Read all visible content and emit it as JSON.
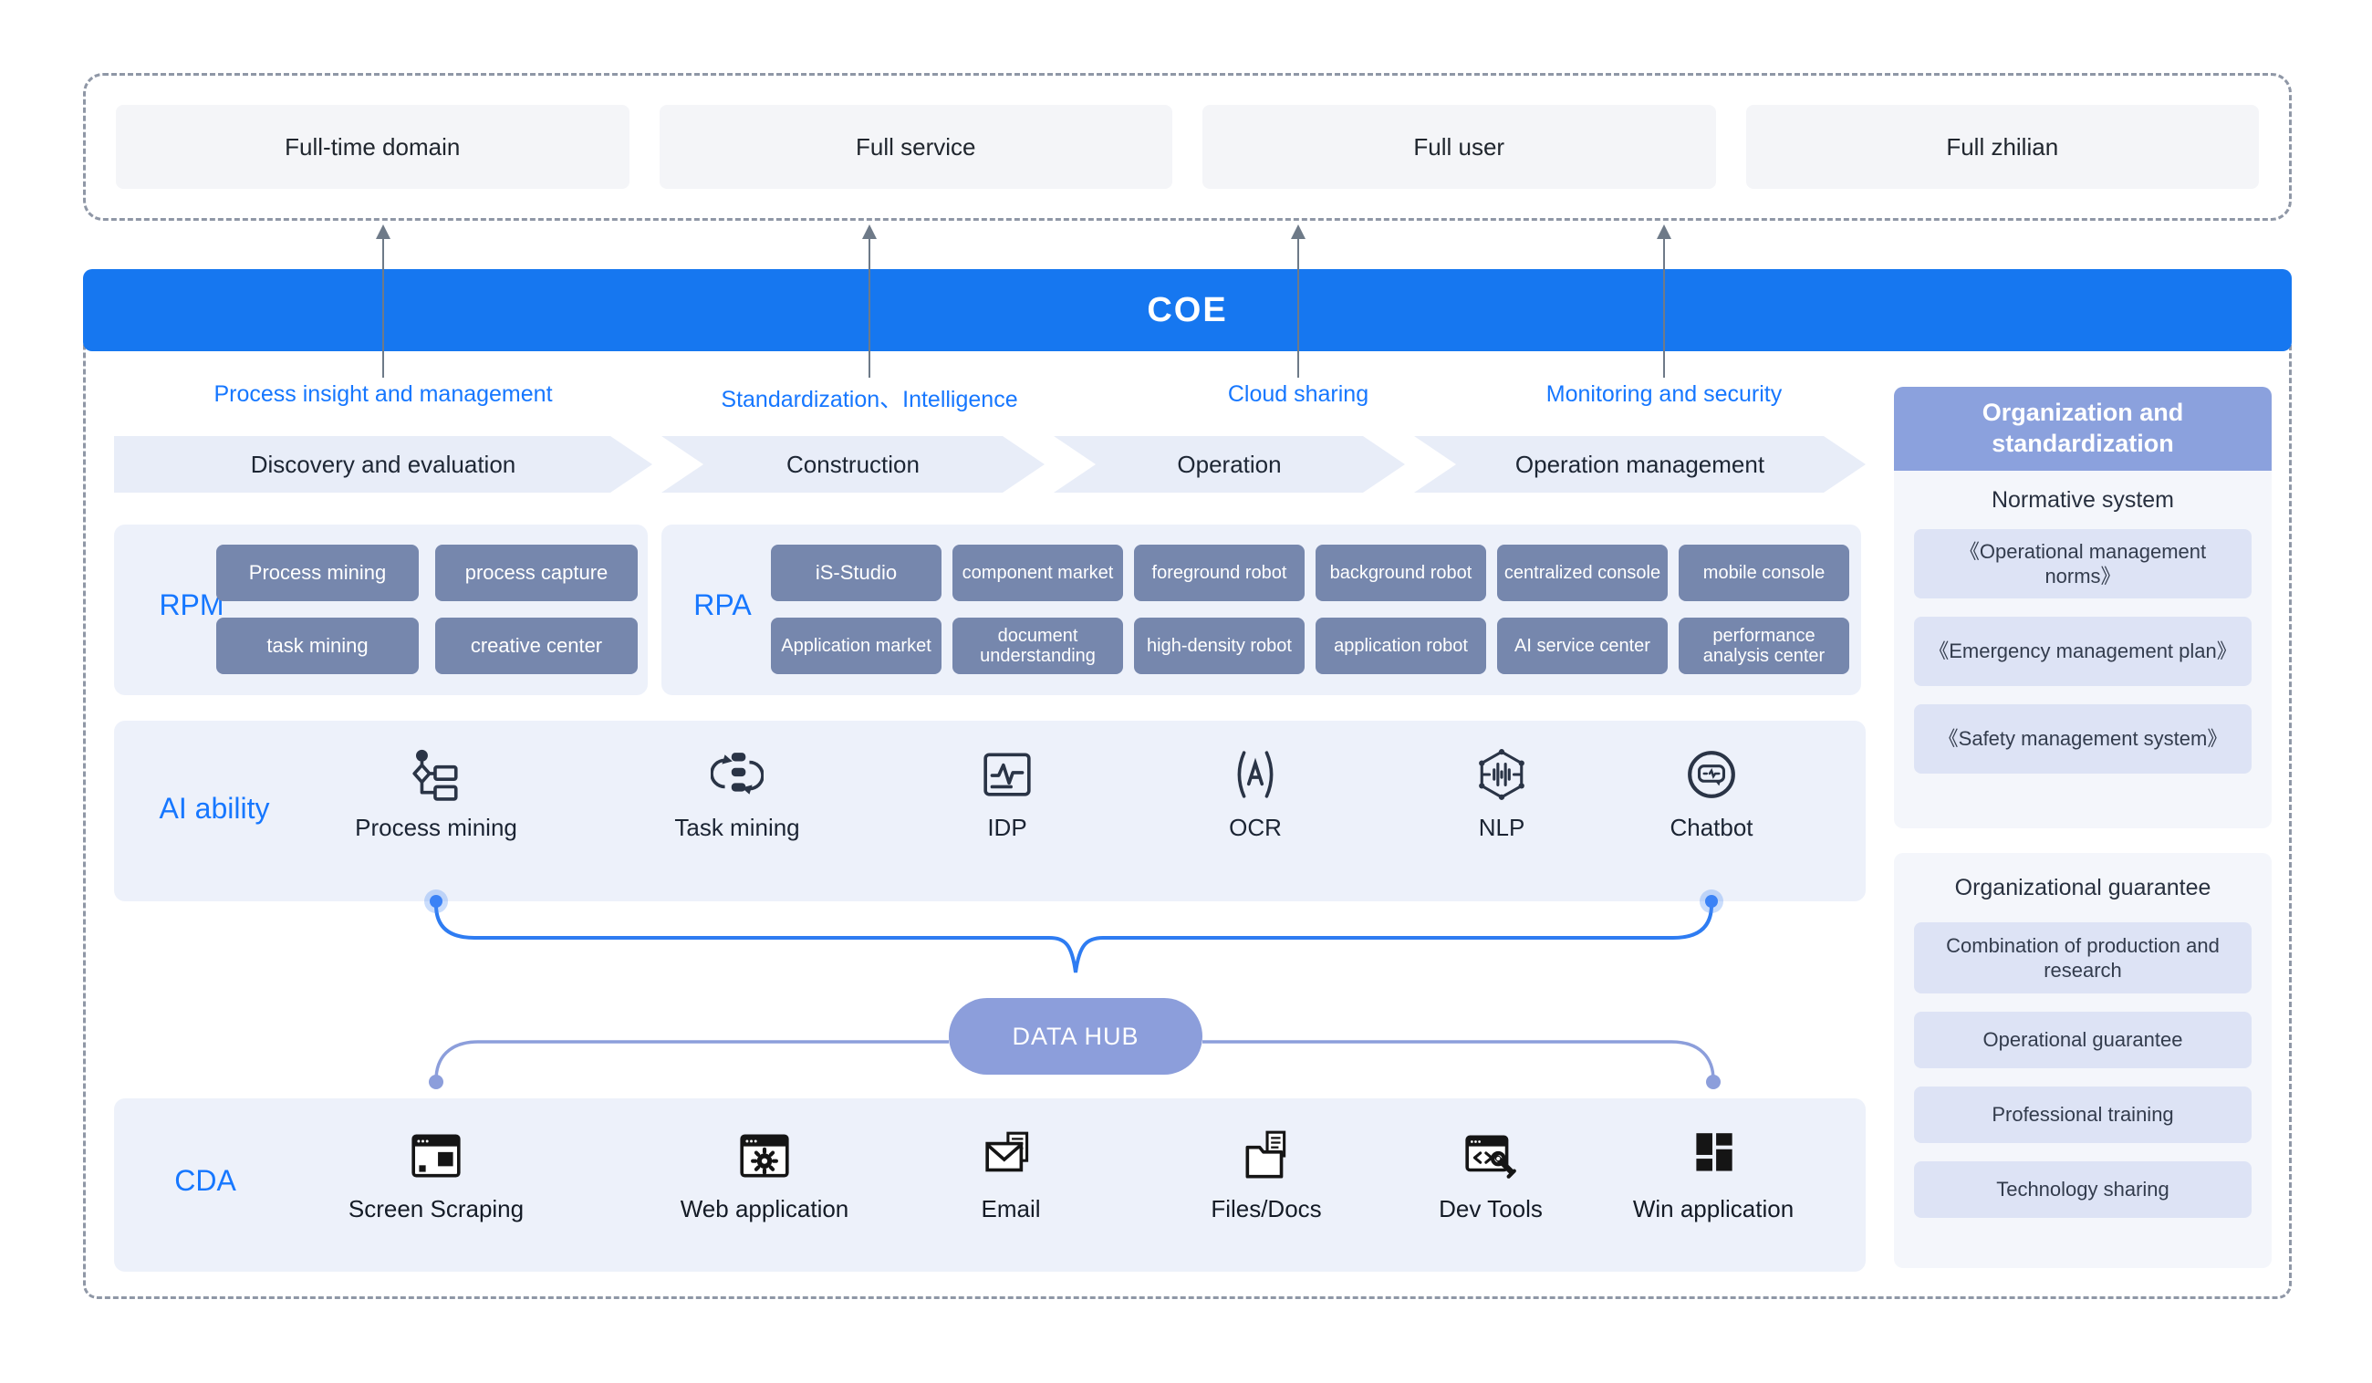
{
  "top_row": {
    "items": [
      "Full-time domain",
      "Full service",
      "Full user",
      "Full zhilian"
    ]
  },
  "coe": {
    "title": "COE",
    "capabilities": [
      "Process insight and management",
      "Standardization、Intelligence",
      "Cloud sharing",
      "Monitoring and security"
    ]
  },
  "lifecycle": {
    "stages": [
      "Discovery and evaluation",
      "Construction",
      "Operation",
      "Operation management"
    ]
  },
  "rpm": {
    "label": "RPM",
    "chips": [
      "Process mining",
      "process capture",
      "task mining",
      "creative center"
    ]
  },
  "rpa": {
    "label": "RPA",
    "rows": [
      [
        "iS-Studio",
        "component market",
        "foreground robot",
        "background robot",
        "centralized console",
        "mobile console"
      ],
      [
        "Application market",
        "document understanding",
        "high-density robot",
        "application robot",
        "AI service center",
        "performance analysis center"
      ]
    ]
  },
  "ai": {
    "label": "AI ability",
    "items": [
      "Process mining",
      "Task mining",
      "IDP",
      "OCR",
      "NLP",
      "Chatbot"
    ]
  },
  "datahub": {
    "label": "DATA HUB"
  },
  "cda": {
    "label": "CDA",
    "items": [
      "Screen Scraping",
      "Web application",
      "Email",
      "Files/Docs",
      "Dev Tools",
      "Win application"
    ]
  },
  "sidebar": {
    "top": {
      "header": "Organization and standardization",
      "heading": "Normative system",
      "chips": [
        "《Operational management norms》",
        "《Emergency management plan》",
        "《Safety management system》"
      ]
    },
    "bottom": {
      "heading": "Organizational guarantee",
      "chips": [
        "Combination of production and research",
        "Operational guarantee",
        "Professional training",
        "Technology sharing"
      ]
    }
  },
  "colors": {
    "accent": "#1677ff",
    "coe_banner": "#1677f0",
    "dark_chip": "#7687ad",
    "panel": "#edf1fa",
    "periwinkle": "#8c9edb",
    "sidebar_header": "#8ba1dd",
    "light_chip": "#dde3f5",
    "connector_blue": "#2e7cf2"
  }
}
